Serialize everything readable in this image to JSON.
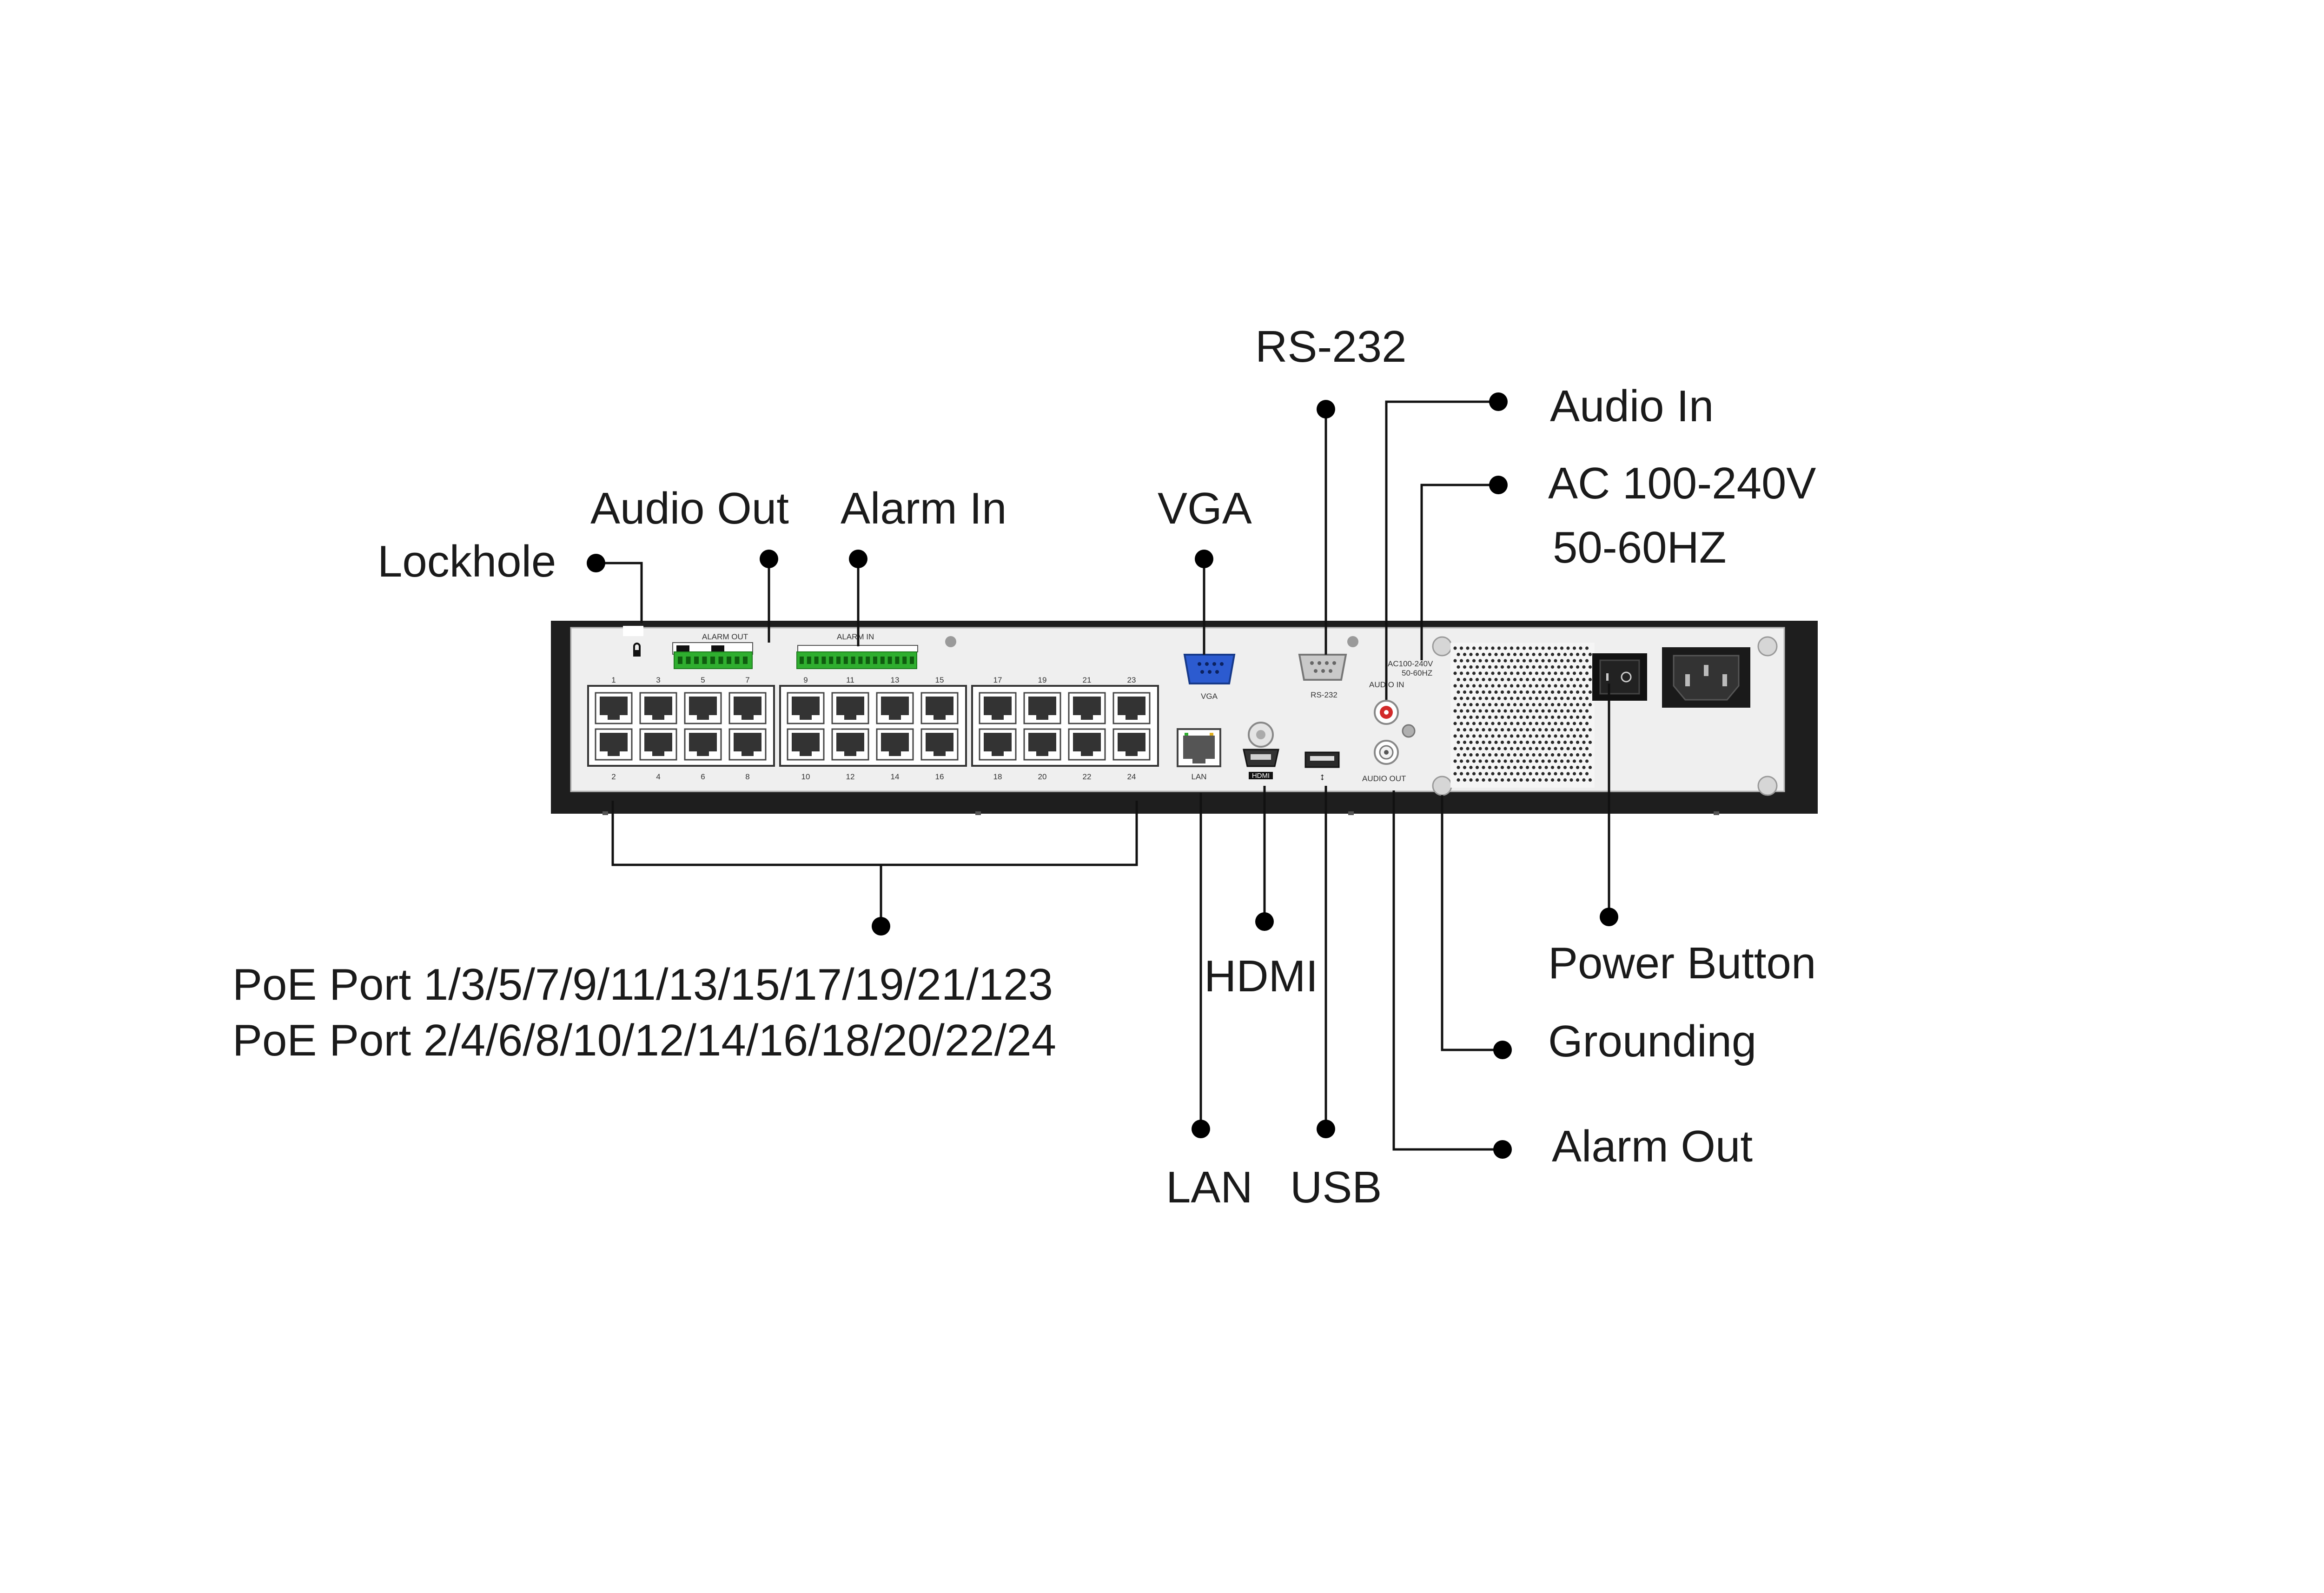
{
  "callouts": {
    "lockhole": "Lockhole",
    "audio_out": "Audio Out",
    "alarm_in": "Alarm In",
    "vga": "VGA",
    "rs232": "RS-232",
    "audio_in": "Audio In",
    "ac_power_line1": "AC 100-240V",
    "ac_power_line2": "50-60HZ",
    "poe_odd": "PoE Port 1/3/5/7/9/11/13/15/17/19/21/123",
    "poe_even": "PoE Port 2/4/6/8/10/12/14/16/18/20/22/24",
    "hdmi": "HDMI",
    "lan": "LAN",
    "usb": "USB",
    "power_button": "Power Button",
    "grounding": "Grounding",
    "alarm_out": "Alarm Out"
  },
  "panel": {
    "port_numbers_top": [
      "1",
      "3",
      "5",
      "7",
      "9",
      "11",
      "13",
      "15",
      "17",
      "19",
      "21",
      "23"
    ],
    "port_numbers_bottom": [
      "2",
      "4",
      "6",
      "8",
      "10",
      "12",
      "14",
      "16",
      "18",
      "20",
      "22",
      "24"
    ],
    "vga_label": "VGA",
    "rs232_label": "RS-232",
    "lan_label": "LAN",
    "hdmi_label": "HDMI",
    "audio_in_label": "AUDIO IN",
    "audio_out_label": "AUDIO OUT",
    "ac_label_line1": "AC100-240V",
    "ac_label_line2": "50-60HZ",
    "alarm_in_block_label": "ALARM IN",
    "alarm_out_block_label": "ALARM OUT"
  },
  "colors": {
    "chassis": "#1e1e1e",
    "panel": "#efefef",
    "terminal_green": "#2fae2f",
    "vga_blue": "#2c5bd0",
    "audio_red": "#d22a2a"
  }
}
